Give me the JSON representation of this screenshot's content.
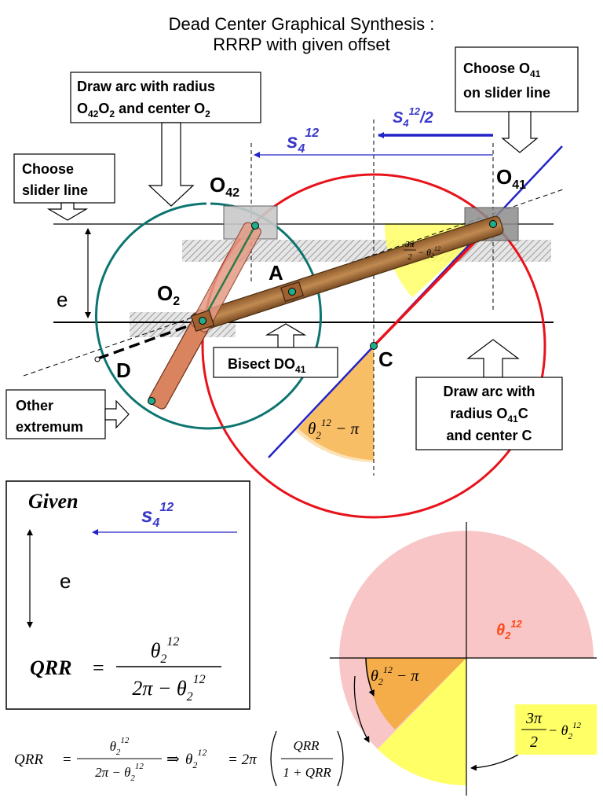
{
  "title": {
    "line1": "Dead Center Graphical Synthesis :",
    "line2": "RRRP with given offset"
  },
  "callouts": {
    "choose_o41": {
      "line1": "Choose O",
      "sub1": "41",
      "line2": "on slider line"
    },
    "draw_arc_o2": {
      "line1": "Draw arc with radius",
      "pre": "O",
      "sub1": "42",
      "mid": "O",
      "sub2": "2",
      "post": " and center O",
      "sub3": "2"
    },
    "choose_slider": {
      "line1": "Choose",
      "line2": "slider line"
    },
    "bisect": {
      "text": "Bisect DO",
      "sub": "41"
    },
    "draw_arc_c": {
      "line1": "Draw arc with",
      "line2a": "radius O",
      "sub": "41",
      "line2b": "C",
      "line3": "and center C"
    },
    "other_extremum": {
      "line1": "Other",
      "line2": "extremum"
    }
  },
  "labels": {
    "s4_base": "s",
    "s4_sub": "4",
    "s4_sup": "12",
    "half_base": "S",
    "half_sub": "4",
    "half_sup": "12",
    "half_tail": "/2",
    "o42_base": "O",
    "o42_sub": "42",
    "o41_base": "O",
    "o41_sub": "41",
    "o2_base": "O",
    "o2_sub": "2",
    "a": "A",
    "c": "C",
    "d": "D",
    "e": "e"
  },
  "angles": {
    "top_num": "3π",
    "top_den": "2",
    "top_rest": " − θ",
    "top_sub": "2",
    "top_sup": "12",
    "bottom_theta": "θ",
    "bottom_sub": "2",
    "bottom_sup": "12",
    "bottom_rest": " − π"
  },
  "given": {
    "heading": "Given",
    "s_base": "s",
    "s_sub": "4",
    "s_sup": "12",
    "e": "e",
    "qrr": "QRR",
    "eq": "=",
    "num_theta": "θ",
    "num_sub": "2",
    "num_sup": "12",
    "den_pre": "2π − θ",
    "den_sub": "2",
    "den_sup": "12"
  },
  "bottom_formula": {
    "qrr": "QRR",
    "eq": "=",
    "frac_num": "θ",
    "frac_num_sub": "2",
    "frac_num_sup": "12",
    "frac_den": "2π − θ",
    "frac_den_sub": "2",
    "frac_den_sup": "12",
    "arrow": "⇒",
    "theta": "θ",
    "theta_sub": "2",
    "theta_sup": "12",
    "eq2": "= 2π",
    "inner_num": "QRR",
    "inner_den": "1 + QRR"
  },
  "quadrant": {
    "theta_label": "θ",
    "theta_sub": "2",
    "theta_sup": "12",
    "inner_theta": "θ",
    "inner_sub": "2",
    "inner_sup": "12",
    "inner_rest": " − π",
    "box_num": "3π",
    "box_den": "2",
    "box_rest": " − θ",
    "box_sub": "2",
    "box_sup": "12"
  },
  "colors": {
    "red": "#e8131b",
    "blue": "#2323c8",
    "teal": "#0d7570",
    "yellow": "#ffff66",
    "orange": "#f5ad4a",
    "pink": "#f8c6c6",
    "wood": "#b07a45",
    "pink_link": "#e49c85",
    "label_blue": "#3a3ac9",
    "theta_red": "#ff4a1a"
  }
}
